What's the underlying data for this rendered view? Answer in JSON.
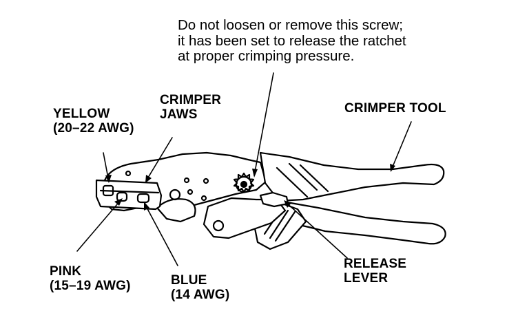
{
  "note": {
    "line1": "Do not loosen or remove this screw;",
    "line2": "it has been set to release the ratchet",
    "line3": "at proper crimping pressure."
  },
  "labels": {
    "crimper_jaws": {
      "line1": "CRIMPER",
      "line2": "JAWS"
    },
    "yellow": {
      "line1": "YELLOW",
      "line2": "(20–22 AWG)"
    },
    "crimper_tool": "CRIMPER TOOL",
    "pink": {
      "line1": "PINK",
      "line2": "(15–19 AWG)"
    },
    "blue": {
      "line1": "BLUE",
      "line2": "(14 AWG)"
    },
    "release_lever": {
      "line1": "RELEASE",
      "line2": "LEVER"
    }
  },
  "colors": {
    "ink": "#000000",
    "paper": "#ffffff"
  }
}
